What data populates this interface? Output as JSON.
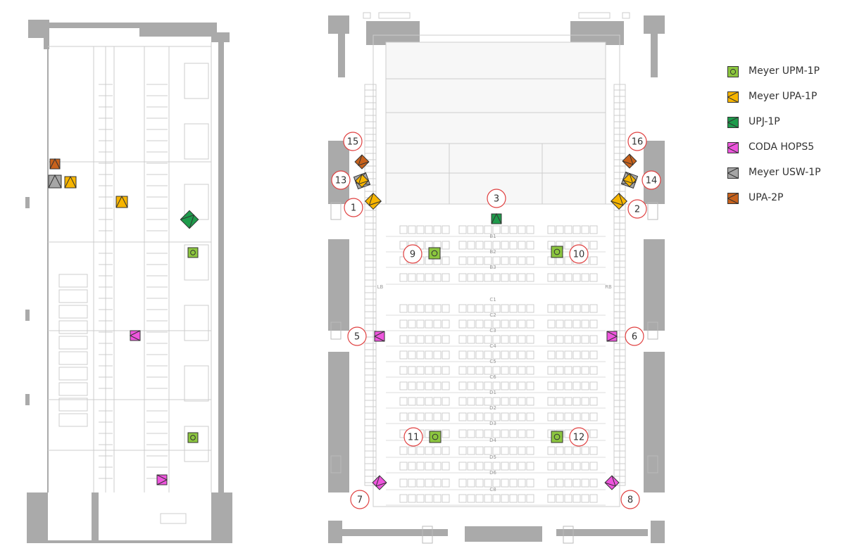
{
  "colors": {
    "upm": "#8cc63f",
    "upa": "#f7b500",
    "upj": "#1e9b4b",
    "coda": "#ee55dd",
    "usw": "#a6a6a6",
    "upa2p": "#c8621c",
    "wall": "#aaaaaa",
    "line": "#cccccc",
    "badge": "#e04040"
  },
  "legend": [
    {
      "type": "upm",
      "label": "Meyer UPM-1P"
    },
    {
      "type": "upa",
      "label": "Meyer UPA-1P"
    },
    {
      "type": "upj",
      "label": "UPJ-1P"
    },
    {
      "type": "coda",
      "label": "CODA HOPS5"
    },
    {
      "type": "usw",
      "label": "Meyer USW-1P"
    },
    {
      "type": "upa2p",
      "label": "UPA-2P"
    }
  ],
  "numbers": [
    "1",
    "2",
    "3",
    "5",
    "6",
    "7",
    "8",
    "9",
    "10",
    "11",
    "12",
    "13",
    "14",
    "15",
    "16"
  ],
  "row_labels": [
    "B1",
    "B2",
    "B3",
    "C1",
    "C2",
    "C3",
    "C4",
    "C5",
    "C6",
    "D1",
    "D2",
    "D3",
    "D4",
    "D5",
    "D6",
    "C8",
    "LB",
    "RB"
  ]
}
